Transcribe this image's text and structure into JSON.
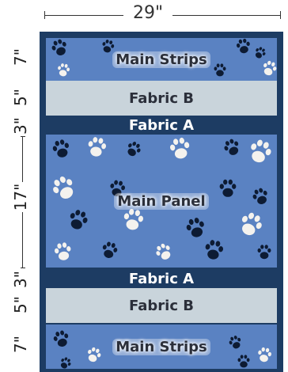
{
  "dimensions": {
    "width": "29\"",
    "heights": [
      "7\"",
      "5\"",
      "3\"",
      "17\"",
      "3\"",
      "5\"",
      "7\""
    ]
  },
  "blocks": [
    {
      "label": "Main Strips",
      "fabric": "paw-print"
    },
    {
      "label": "Fabric B",
      "fabric": "solid-light-gray"
    },
    {
      "label": "Fabric A",
      "fabric": "solid-navy"
    },
    {
      "label": "Main Panel",
      "fabric": "paw-print"
    },
    {
      "label": "Fabric A",
      "fabric": "solid-navy"
    },
    {
      "label": "Fabric B",
      "fabric": "solid-light-gray"
    },
    {
      "label": "Main Strips",
      "fabric": "paw-print"
    }
  ],
  "colors": {
    "border": "#1d3c63",
    "paw_fabric": "#5a82c2",
    "fabric_b": "#c9d4db",
    "fabric_a": "#1d3c63"
  }
}
